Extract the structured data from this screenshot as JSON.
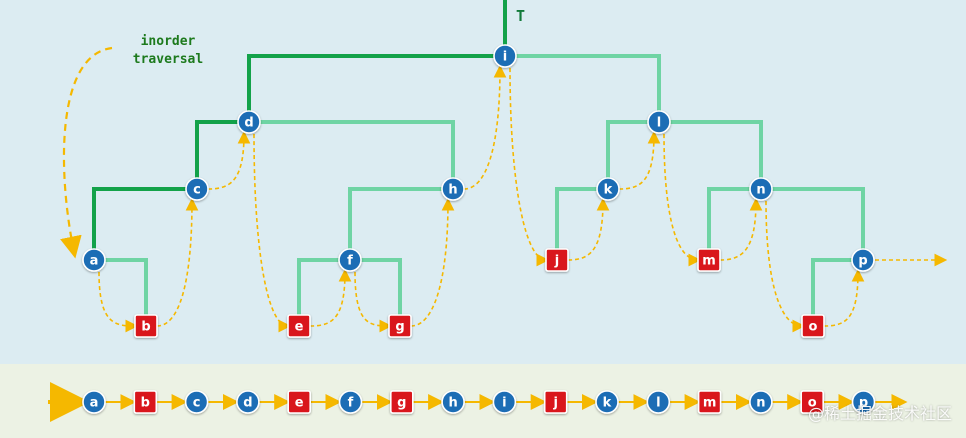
{
  "tree_label": "T",
  "annotation": [
    "inorder",
    "traversal"
  ],
  "nodes": [
    {
      "id": "a",
      "label": "a",
      "kind": "internal"
    },
    {
      "id": "b",
      "label": "b",
      "kind": "external"
    },
    {
      "id": "c",
      "label": "c",
      "kind": "internal"
    },
    {
      "id": "d",
      "label": "d",
      "kind": "internal"
    },
    {
      "id": "e",
      "label": "e",
      "kind": "external"
    },
    {
      "id": "f",
      "label": "f",
      "kind": "internal"
    },
    {
      "id": "g",
      "label": "g",
      "kind": "external"
    },
    {
      "id": "h",
      "label": "h",
      "kind": "internal"
    },
    {
      "id": "i",
      "label": "i",
      "kind": "internal"
    },
    {
      "id": "j",
      "label": "j",
      "kind": "external"
    },
    {
      "id": "k",
      "label": "k",
      "kind": "internal"
    },
    {
      "id": "l",
      "label": "l",
      "kind": "internal"
    },
    {
      "id": "m",
      "label": "m",
      "kind": "external"
    },
    {
      "id": "n",
      "label": "n",
      "kind": "internal"
    },
    {
      "id": "o",
      "label": "o",
      "kind": "external"
    },
    {
      "id": "p",
      "label": "p",
      "kind": "internal"
    }
  ],
  "edges": [
    {
      "from": "i",
      "to": "d",
      "side": "left",
      "highlight": true
    },
    {
      "from": "i",
      "to": "l",
      "side": "right",
      "highlight": false
    },
    {
      "from": "d",
      "to": "c",
      "side": "left",
      "highlight": true
    },
    {
      "from": "d",
      "to": "h",
      "side": "right",
      "highlight": false
    },
    {
      "from": "c",
      "to": "a",
      "side": "left",
      "highlight": true
    },
    {
      "from": "a",
      "to": "b",
      "side": "right",
      "highlight": false
    },
    {
      "from": "h",
      "to": "f",
      "side": "left",
      "highlight": false
    },
    {
      "from": "f",
      "to": "e",
      "side": "left",
      "highlight": false
    },
    {
      "from": "f",
      "to": "g",
      "side": "right",
      "highlight": false
    },
    {
      "from": "l",
      "to": "k",
      "side": "left",
      "highlight": false
    },
    {
      "from": "l",
      "to": "n",
      "side": "right",
      "highlight": false
    },
    {
      "from": "k",
      "to": "j",
      "side": "left",
      "highlight": false
    },
    {
      "from": "n",
      "to": "m",
      "side": "left",
      "highlight": false
    },
    {
      "from": "n",
      "to": "p",
      "side": "right",
      "highlight": false
    },
    {
      "from": "p",
      "to": "o",
      "side": "left",
      "highlight": false
    }
  ],
  "inorder_sequence": [
    "a",
    "b",
    "c",
    "d",
    "e",
    "f",
    "g",
    "h",
    "i",
    "j",
    "k",
    "l",
    "m",
    "n",
    "o",
    "p"
  ],
  "colors": {
    "internal_node": "#1a6db5",
    "external_node": "#d9181c",
    "edge": "#6fd4a4",
    "edge_highlight": "#13a24a",
    "traversal_arrow": "#f5b800",
    "annotation_text": "#1d7a1d"
  },
  "watermark": "@稀土掘金技术社区"
}
